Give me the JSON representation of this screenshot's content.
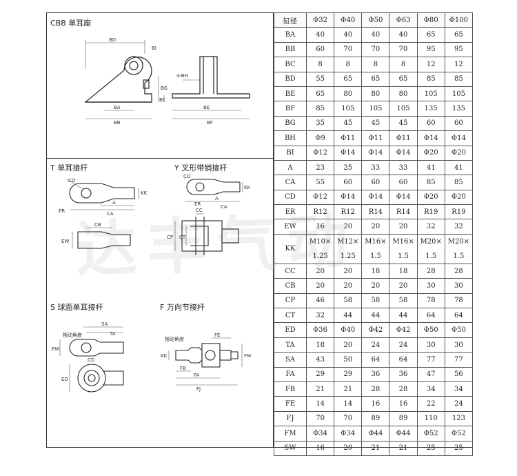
{
  "sections": {
    "cbb_title": "CBB 单耳座",
    "t_title": "T 单耳接杆",
    "y_title": "Y 叉形带销接杆",
    "s_title": "S 球面单耳接杆",
    "f_title": "F 万向节接杆"
  },
  "watermark": "达丰气动",
  "diagram_labels": {
    "bd": "BD",
    "bi": "BI",
    "bg": "BG",
    "bc": "BC",
    "bh": "4-BH",
    "ba": "BA",
    "bb": "BB",
    "be": "BE",
    "bf": "BF",
    "cd": "CD",
    "er": "ER",
    "a": "A",
    "ca": "CA",
    "kk": "KK",
    "cb": "CB",
    "ew": "EW",
    "cc": "CC",
    "cp": "CP",
    "ct": "CT",
    "sa": "SA",
    "ta": "TA",
    "ed": "ED",
    "swing": "摆动角度",
    "fe": "FE",
    "fb": "FB",
    "fa": "FA",
    "fj": "FJ",
    "fm": "FM"
  },
  "table": {
    "header": [
      "缸径",
      "Φ32",
      "Φ40",
      "Φ50",
      "Φ63",
      "Φ80",
      "Φ100"
    ],
    "rows": [
      {
        "label": "BA",
        "values": [
          "40",
          "40",
          "40",
          "40",
          "65",
          "65"
        ]
      },
      {
        "label": "BB",
        "values": [
          "60",
          "70",
          "70",
          "70",
          "95",
          "95"
        ]
      },
      {
        "label": "BC",
        "values": [
          "8",
          "8",
          "8",
          "8",
          "12",
          "12"
        ]
      },
      {
        "label": "BD",
        "values": [
          "55",
          "65",
          "65",
          "65",
          "85",
          "85"
        ]
      },
      {
        "label": "BE",
        "values": [
          "65",
          "80",
          "80",
          "80",
          "105",
          "105"
        ]
      },
      {
        "label": "BF",
        "values": [
          "85",
          "105",
          "105",
          "105",
          "135",
          "135"
        ]
      },
      {
        "label": "BG",
        "values": [
          "35",
          "45",
          "45",
          "45",
          "60",
          "60"
        ]
      },
      {
        "label": "BH",
        "values": [
          "Φ9",
          "Φ11",
          "Φ11",
          "Φ11",
          "Φ14",
          "Φ14"
        ]
      },
      {
        "label": "BI",
        "values": [
          "Φ12",
          "Φ14",
          "Φ14",
          "Φ14",
          "Φ20",
          "Φ20"
        ]
      },
      {
        "label": "A",
        "values": [
          "23",
          "25",
          "33",
          "33",
          "41",
          "41"
        ]
      },
      {
        "label": "CA",
        "values": [
          "55",
          "60",
          "60",
          "60",
          "85",
          "85"
        ]
      },
      {
        "label": "CD",
        "values": [
          "Φ12",
          "Φ14",
          "Φ14",
          "Φ14",
          "Φ20",
          "Φ20"
        ]
      },
      {
        "label": "ER",
        "values": [
          "R12",
          "R12",
          "R14",
          "R14",
          "R19",
          "R19"
        ]
      },
      {
        "label": "EW",
        "values": [
          "16",
          "20",
          "20",
          "20",
          "32",
          "32"
        ]
      },
      {
        "label": "KK",
        "values": [
          [
            "M10×",
            "1.25"
          ],
          [
            "M12×",
            "1.25"
          ],
          [
            "M16×",
            "1.5"
          ],
          [
            "M16×",
            "1.5"
          ],
          [
            "M20×",
            "1.5"
          ],
          [
            "M20×",
            "1.5"
          ]
        ]
      },
      {
        "label": "CC",
        "values": [
          "20",
          "20",
          "18",
          "18",
          "28",
          "28"
        ]
      },
      {
        "label": "CB",
        "values": [
          "20",
          "20",
          "20",
          "20",
          "30",
          "30"
        ]
      },
      {
        "label": "CP",
        "values": [
          "46",
          "58",
          "58",
          "58",
          "78",
          "78"
        ]
      },
      {
        "label": "CT",
        "values": [
          "32",
          "44",
          "44",
          "44",
          "64",
          "64"
        ]
      },
      {
        "label": "ED",
        "values": [
          "Φ36",
          "Φ40",
          "Φ42",
          "Φ42",
          "Φ50",
          "Φ50"
        ]
      },
      {
        "label": "TA",
        "values": [
          "18",
          "20",
          "24",
          "24",
          "30",
          "30"
        ]
      },
      {
        "label": "SA",
        "values": [
          "43",
          "50",
          "64",
          "64",
          "77",
          "77"
        ]
      },
      {
        "label": "FA",
        "values": [
          "29",
          "29",
          "36",
          "36",
          "47",
          "56"
        ]
      },
      {
        "label": "FB",
        "values": [
          "21",
          "21",
          "28",
          "28",
          "34",
          "34"
        ]
      },
      {
        "label": "FE",
        "values": [
          "14",
          "14",
          "16",
          "16",
          "22",
          "24"
        ]
      },
      {
        "label": "FJ",
        "values": [
          "70",
          "70",
          "89",
          "89",
          "110",
          "123"
        ]
      },
      {
        "label": "FM",
        "values": [
          "Φ34",
          "Φ34",
          "Φ44",
          "Φ44",
          "Φ52",
          "Φ52"
        ]
      },
      {
        "label": "SW",
        "values": [
          "16",
          "20",
          "21",
          "21",
          "25",
          "25"
        ]
      }
    ]
  }
}
